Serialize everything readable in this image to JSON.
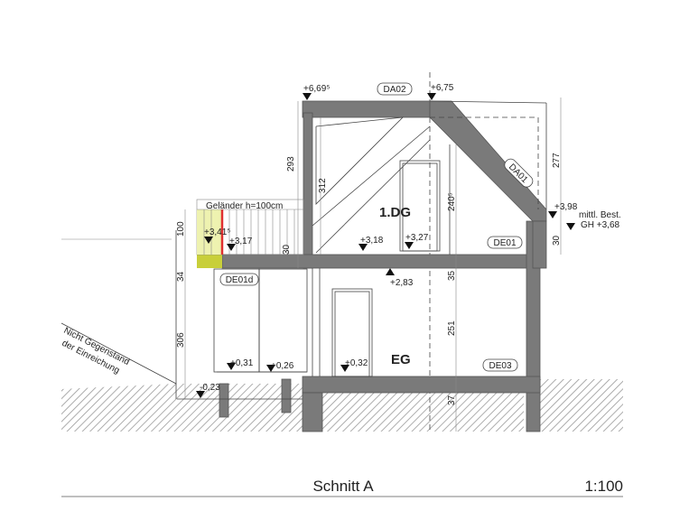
{
  "drawing": {
    "title": "Schnitt A",
    "scale": "1:100",
    "floors": {
      "upper": "1.DG",
      "ground": "EG"
    },
    "tags": {
      "roof_flat": "DA02",
      "roof_pitched": "DA01",
      "floor_upper": "DE01",
      "floor_terrace": "DE01d",
      "floor_ground": "DE03"
    },
    "railing_note": "Geländer h=100cm",
    "note_line1": "Nicht Gegenstand",
    "note_line2": "der Einreichung",
    "existing_note_line1": "mittl. Best.",
    "existing_note_line2": "GH +3,68",
    "levels": {
      "roof_left": "+6,69⁵",
      "ridge": "+6,75",
      "eave": "+3,98",
      "railing": "+3,41⁵",
      "terrace": "+3,17",
      "dg_floor": "+3,18",
      "dg_door": "+3,27",
      "ceiling_eg": "+2,83",
      "eg_window1": "+0,31",
      "eg_window2": "+0,26",
      "eg_floor": "+0,32",
      "ground": "-0,23"
    },
    "dimensions": {
      "d293": "293",
      "d312": "312",
      "d30a": "30",
      "d100": "100",
      "d34": "34",
      "d306": "306",
      "d277": "277",
      "d240": "240⁵",
      "d30b": "30",
      "d35": "35",
      "d251": "251",
      "d37": "37"
    },
    "colors": {
      "wall": "#7a7a7a",
      "railing_highlight": "#c8cf3a",
      "railing_red": "#e03030"
    }
  }
}
